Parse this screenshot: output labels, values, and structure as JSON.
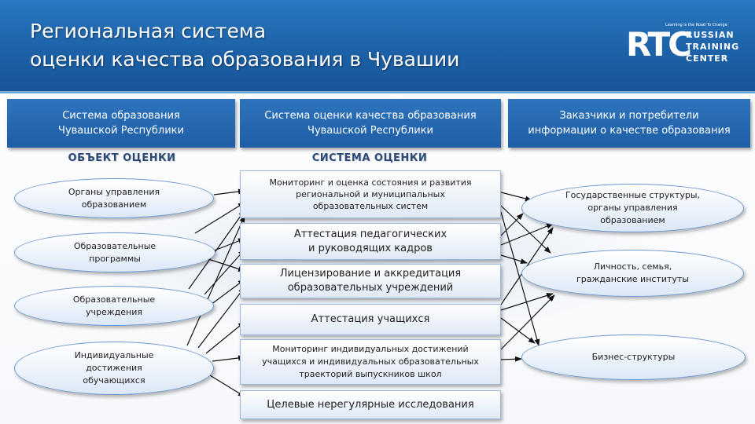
{
  "header": {
    "title_line1": "Региональная система",
    "title_line2": "оценки качества образования в Чувашии"
  },
  "logo": {
    "mark": "RTC",
    "tagline": "Learning is the Road To Change",
    "line1": "RUSSIAN",
    "line2": "TRAINING",
    "line3": "CENTER"
  },
  "columns": [
    {
      "line1": "Система образования",
      "line2": "Чувашской Республики"
    },
    {
      "line1": "Система оценки качества образования",
      "line2": "Чувашской Республики"
    },
    {
      "line1": "Заказчики и потребители",
      "line2": "информации о качестве образования"
    }
  ],
  "labels": {
    "left": "ОБЪЕКТ ОЦЕНКИ",
    "middle": "СИСТЕМА ОЦЕНКИ"
  },
  "objects": [
    {
      "line1": "Органы управления",
      "line2": "образованием",
      "line3": ""
    },
    {
      "line1": "Образовательные",
      "line2": "программы",
      "line3": ""
    },
    {
      "line1": "Образовательные",
      "line2": "учреждения",
      "line3": ""
    },
    {
      "line1": "Индивидуальные",
      "line2": "достижения",
      "line3": "обучающихся"
    }
  ],
  "procedures": [
    {
      "line1": "Мониторинг и оценка состояния и развития",
      "line2": "региональной и муниципальных",
      "line3": "образовательных систем"
    },
    {
      "line1": "Аттестация педагогических",
      "line2": "и руководящих кадров",
      "line3": ""
    },
    {
      "line1": "Лицензирование и аккредитация",
      "line2": "образовательных учреждений",
      "line3": ""
    },
    {
      "line1": "Аттестация учащихся",
      "line2": "",
      "line3": ""
    },
    {
      "line1": "Мониторинг индивидуальных достижений",
      "line2": "учащихся и индивидуальных образовательных",
      "line3": "траекторий выпускников школ"
    },
    {
      "line1": "Целевые нерегулярные исследования",
      "line2": "",
      "line3": ""
    }
  ],
  "consumers": [
    {
      "line1": "Государственные структуры,",
      "line2": "органы управления",
      "line3": "образованием"
    },
    {
      "line1": "Личность, семья,",
      "line2": "гражданские институты",
      "line3": ""
    },
    {
      "line1": "Бизнес-структуры",
      "line2": "",
      "line3": ""
    }
  ],
  "colors": {
    "header_blue": "#1d62a8",
    "column_header_blue": "#2e74bd",
    "label_navy": "#2b4a78",
    "ellipse_border": "#6d97cf",
    "arrow": "#111111"
  }
}
